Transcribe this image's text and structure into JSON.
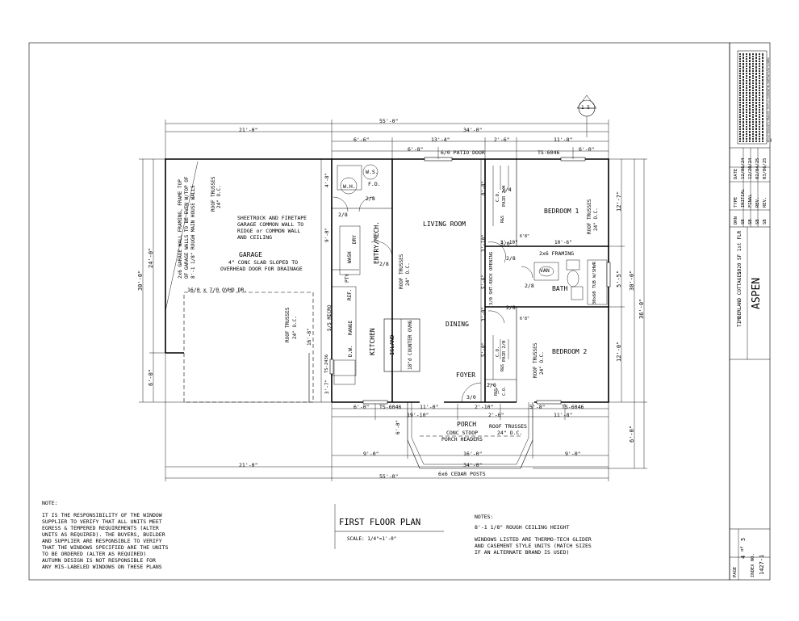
{
  "plan": {
    "title": "FIRST FLOOR PLAN",
    "scale": "SCALE: 1/4\"=1'-0\"",
    "section_marker": "1 5"
  },
  "notes_left": {
    "heading": "NOTE:",
    "lines": [
      "IT IS THE RESPONSIBILITY OF THE WINDOW",
      "SUPPLIER TO VERIFY THAT ALL UNITS MEET",
      "EGRESS & TEMPERED REQUIREMENTS (ALTER",
      "UNITS AS REQUIRED). THE BUYERS, BUILDER",
      "AND SUPPLIER ARE RESPONSIBLE TO VERIFY",
      "THAT THE WINDOWS SPECIFIED ARE THE UNITS",
      "TO BE ORDERED (ALTER AS REQUIRED)",
      "AUTUMN DESIGN IS NOT RESPONSIBLE FOR",
      "ANY MIS-LABELED WINDOWS ON THESE PLANS"
    ]
  },
  "notes_right": {
    "heading": "NOTES:",
    "ceiling": "8'-1 1/8\" ROUGH CEILING HEIGHT",
    "windows_lines": [
      "WINDOWS LISTED ARE THERMO-TECH GLIDER",
      "AND CASEMENT STYLE UNITS (MATCH SIZES",
      "IF AN ALTERNATE BRAND IS USED)"
    ]
  },
  "rooms": {
    "garage": "GARAGE",
    "garage_slab": "4\" CONC SLAB SLOPED TO",
    "garage_slab2": "OVERHEAD DOOR FOR DRAINAGE",
    "living": "LIVING ROOM",
    "dining": "DINING",
    "kitchen": "KITCHEN",
    "bedroom1": "BEDROOM 1",
    "bedroom2": "BEDROOM 2",
    "bath": "BATH",
    "foyer": "FOYER",
    "porch": "PORCH",
    "entry": "ENTRY/MECH.",
    "island": "ISLAND",
    "counter": "18\"d COUNTER OVHG"
  },
  "callouts": {
    "sheetrock": [
      "SHEETROCK AND FIRETAPE",
      "GARAGE COMMON WALL TO",
      "RIDGE or COMMON WALL",
      "AND CEILING"
    ],
    "garage_wall": [
      "2x6 GARAGE WALL FRAMING, FRAME TOP",
      "OF GARAGE WALLS TO BE EVEN W/TOP OF",
      "8'-1 1/8\" ROUGH MAIN HOUSE WALLS"
    ],
    "ohd": "16/0 x 7/0 OVHD DR.",
    "patio_door": "6/0 PATIO DOOR",
    "ts_top": "TS-6046",
    "ts_bot_left": "TS-6046",
    "ts_bot_right": "TS-6046",
    "framing": "2x6 FRAMING",
    "conc_stoop": "CONC STOOP",
    "porch_headers": "PORCH HEADERS",
    "cedar_posts": "6x6 CEDAR POSTS",
    "porch_trusses": "ROOF TRUSSES",
    "porch_trusses_oc": "24\" O.C.",
    "ws": "W.S.",
    "wh": "W.H.",
    "fd": "F.D.",
    "van": "VAN",
    "tub": "30x60 TUB W/SHWR",
    "micro": "5/5 MICRO",
    "ref": "REF.",
    "range": "RANGE",
    "dw": "D.W.",
    "pty": "PTY",
    "wash": "WASH",
    "dry": "DRY",
    "ts2436": "TS-2436",
    "sht_rock": "3/0 SHT-ROCK OPENING"
  },
  "roof_trusses": [
    "ROOF TRUSSES",
    "24\" O.C."
  ],
  "doors": [
    "2/8",
    "2/8",
    "2/8",
    "2/8",
    "2/8",
    "2/8",
    "2/4",
    "3/0",
    "2/0",
    "3/0",
    "6/0",
    "2/0"
  ],
  "labels_small": [
    "C.O.",
    "PAIR 2/4",
    "R&S",
    "R&S",
    "C.O.",
    "PAIR 2/0",
    "R&S",
    "C.O.",
    "6'8\"",
    "6'8\""
  ],
  "dims_top": {
    "overall": "55'-0\"",
    "left": "21'-0\"",
    "right": "34'-0\"",
    "row2": [
      "6'-6\"",
      "13'-4\"",
      "2'-6\"",
      "11'-8\""
    ],
    "row3": [
      "6'-8\"",
      "6'-0\""
    ]
  },
  "dims_bottom": {
    "row1": [
      "6'-0\"",
      "11'-0\"",
      "2'-10\"",
      "5'-8\"",
      "11'-8\""
    ],
    "row2": [
      "19'-10\"",
      "2'-6\""
    ],
    "porch": [
      "9'-0\"",
      "16'-0\"",
      "9'-0\""
    ],
    "right": "34'-0\"",
    "left": "21'-0\"",
    "overall": "55'-0\""
  },
  "dims_left": {
    "overall": "30'-0\"",
    "garage": "24'-0\"",
    "stub": "6'-0\""
  },
  "dims_right": {
    "overall": "36'-0\"",
    "main": "30'-0\"",
    "porch": "6'-0\"",
    "segments": [
      "12'-7\"",
      "5'-5\"",
      "12'-0\""
    ]
  },
  "dims_inner": [
    "4'-8\"",
    "9'-0\"",
    "16'-8\"",
    "8'-8\"",
    "3'-10\"",
    "5'-6\"",
    "3'-8\"",
    "5'-0\"",
    "3'-10\"",
    "4'-6\"",
    "2'-10\"",
    "3'-7\"",
    "10'-6\"",
    "3'-6\"",
    "6'-0\""
  ],
  "title_block": {
    "disclaimer": "NOTE: DESIGN OF THIS PLAN IS THE PROPERTY OF AUTUMN DESIGN. REPRODUCTION OR USE WITHOUT WRITTEN PERMISSION IS PROHIBITED. VERIFY ALL DIMENSIONS AND CONDITIONS BEFORE BEGINNING WORK.",
    "revisions": [
      {
        "by": "SB",
        "type": "INITIAL",
        "date": "12/06/24"
      },
      {
        "by": "SB",
        "type": "FINAL",
        "date": "12/20/24"
      },
      {
        "by": "SB",
        "type": "REV.",
        "date": "02/04/25"
      },
      {
        "by": "SB",
        "type": "REV.",
        "date": "03/06/25"
      }
    ],
    "rev_headers": [
      "DRN",
      "TYPE",
      "DATE"
    ],
    "sqft": "1020 SF 1st FLR",
    "client": "TIMBERLAND COTTAGES",
    "project": "ASPEN",
    "page_label": "PAGE",
    "page_num": "4",
    "page_of": "of",
    "page_total": "5",
    "index_label": "INDEX NO.",
    "index_num": "1427-1"
  }
}
